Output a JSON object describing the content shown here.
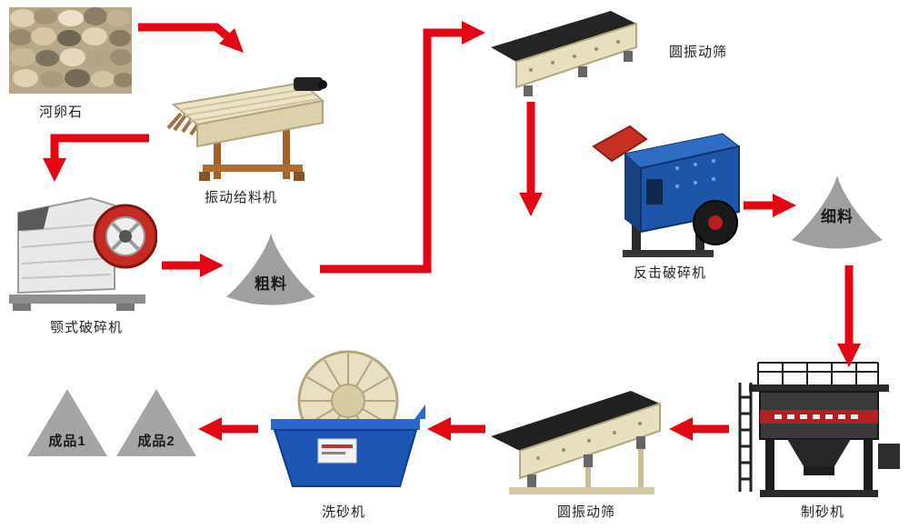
{
  "colors": {
    "arrow_red": "#e30613",
    "cone_gray": "#9f9f9f",
    "machine_beige": "#e8dec0",
    "impact_blue": "#1d55a8",
    "washer_blue": "#1d55b4",
    "background": "#ffffff"
  },
  "nodes": {
    "pebbles": {
      "label": "河卵石"
    },
    "feeder": {
      "label": "振动给料机"
    },
    "jaw_crusher": {
      "label": "颚式破碎机"
    },
    "coarse_material": {
      "label": "粗料"
    },
    "screen_top": {
      "label": "圆振动筛"
    },
    "impact_crusher": {
      "label": "反击破碎机"
    },
    "fine_material": {
      "label": "细料"
    },
    "sand_maker": {
      "label": "制砂机"
    },
    "screen_bottom": {
      "label": "圆振动筛"
    },
    "sand_washer": {
      "label": "洗砂机"
    },
    "product_1": {
      "label": "成品1"
    },
    "product_2": {
      "label": "成品2"
    }
  },
  "flow": [
    {
      "from": "河卵石",
      "to": "振动给料机"
    },
    {
      "from": "振动给料机",
      "to": "颚式破碎机"
    },
    {
      "from": "颚式破碎机",
      "to": "粗料"
    },
    {
      "from": "粗料",
      "to": "圆振动筛"
    },
    {
      "from": "圆振动筛",
      "to": "反击破碎机"
    },
    {
      "from": "反击破碎机",
      "to": "细料"
    },
    {
      "from": "细料",
      "to": "制砂机"
    },
    {
      "from": "制砂机",
      "to": "圆振动筛"
    },
    {
      "from": "圆振动筛",
      "to": "洗砂机"
    },
    {
      "from": "洗砂机",
      "to": "成品1 / 成品2"
    }
  ]
}
